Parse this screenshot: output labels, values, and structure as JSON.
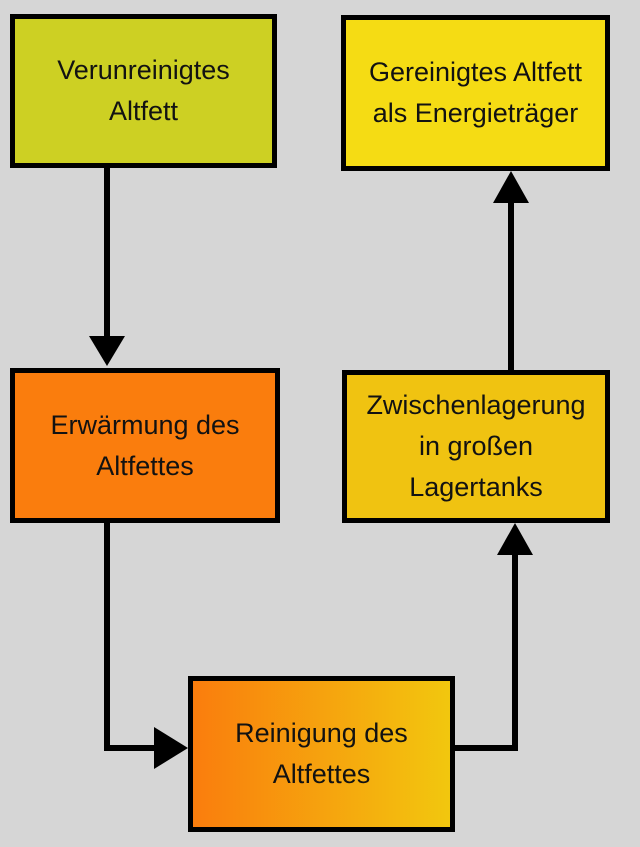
{
  "diagram": {
    "background": "#d6d6d6",
    "line_color": "#000000",
    "border_color": "#000000",
    "text_color": "#121212",
    "nodes": [
      {
        "id": "verunreinigtes-altfett",
        "lines": [
          "Verunreinigtes",
          "Altfett"
        ],
        "fill": "#cdd023"
      },
      {
        "id": "gereinigtes-altfett-als-energietraeger",
        "lines": [
          "Gereinigtes Altfett",
          "als Energieträger"
        ],
        "fill": "#f5dc14"
      },
      {
        "id": "erwaermung-des-altfettes",
        "lines": [
          "Erwärmung des",
          "Altfettes"
        ],
        "fill": "#fa7d0d"
      },
      {
        "id": "zwischenlagerung-in-grossen-lagertanks",
        "lines": [
          "Zwischenlagerung",
          "in großen",
          "Lagertanks"
        ],
        "fill": "#f0c311"
      },
      {
        "id": "reinigung-des-altfettes",
        "lines": [
          "Reinigung des",
          "Altfettes"
        ],
        "fill": "linear-gradient(90deg, #fa7d0d 0%, #f2c70e 100%)",
        "fill_left": "#fa7d0d",
        "fill_right": "#f2c70e"
      }
    ],
    "edges": [
      {
        "id": "edge-1",
        "from": "verunreinigtes-altfett",
        "to": "erwaermung-des-altfettes",
        "shape": "straight-down"
      },
      {
        "id": "edge-2",
        "from": "erwaermung-des-altfettes",
        "to": "reinigung-des-altfettes",
        "shape": "down-then-right"
      },
      {
        "id": "edge-3",
        "from": "reinigung-des-altfettes",
        "to": "zwischenlagerung-in-grossen-lagertanks",
        "shape": "right-then-up"
      },
      {
        "id": "edge-4",
        "from": "zwischenlagerung-in-grossen-lagertanks",
        "to": "gereinigtes-altfett-als-energietraeger",
        "shape": "straight-up"
      }
    ]
  }
}
